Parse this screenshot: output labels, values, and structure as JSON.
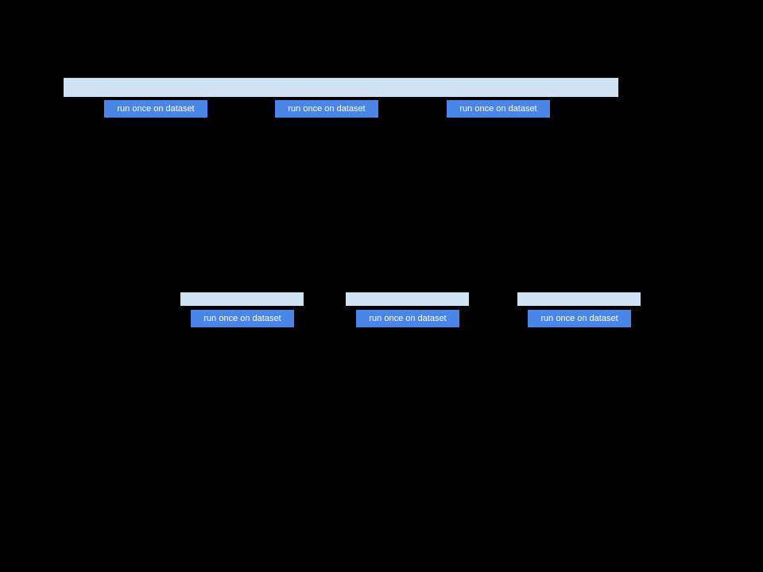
{
  "canvas": {
    "background": "#000000"
  },
  "colors": {
    "bar_fill": "#cfe2f3",
    "button_fill": "#4a86e8",
    "button_text": "#ffffff"
  },
  "top_section": {
    "dataset_bar_label": "",
    "buttons": [
      {
        "label": "run once on dataset"
      },
      {
        "label": "run once on dataset"
      },
      {
        "label": "run once on dataset"
      }
    ]
  },
  "middle_section": {
    "groups": [
      {
        "bar_label": "",
        "button_label": "run once on dataset"
      },
      {
        "bar_label": "",
        "button_label": "run once on dataset"
      },
      {
        "bar_label": "",
        "button_label": "run once on dataset"
      }
    ]
  }
}
